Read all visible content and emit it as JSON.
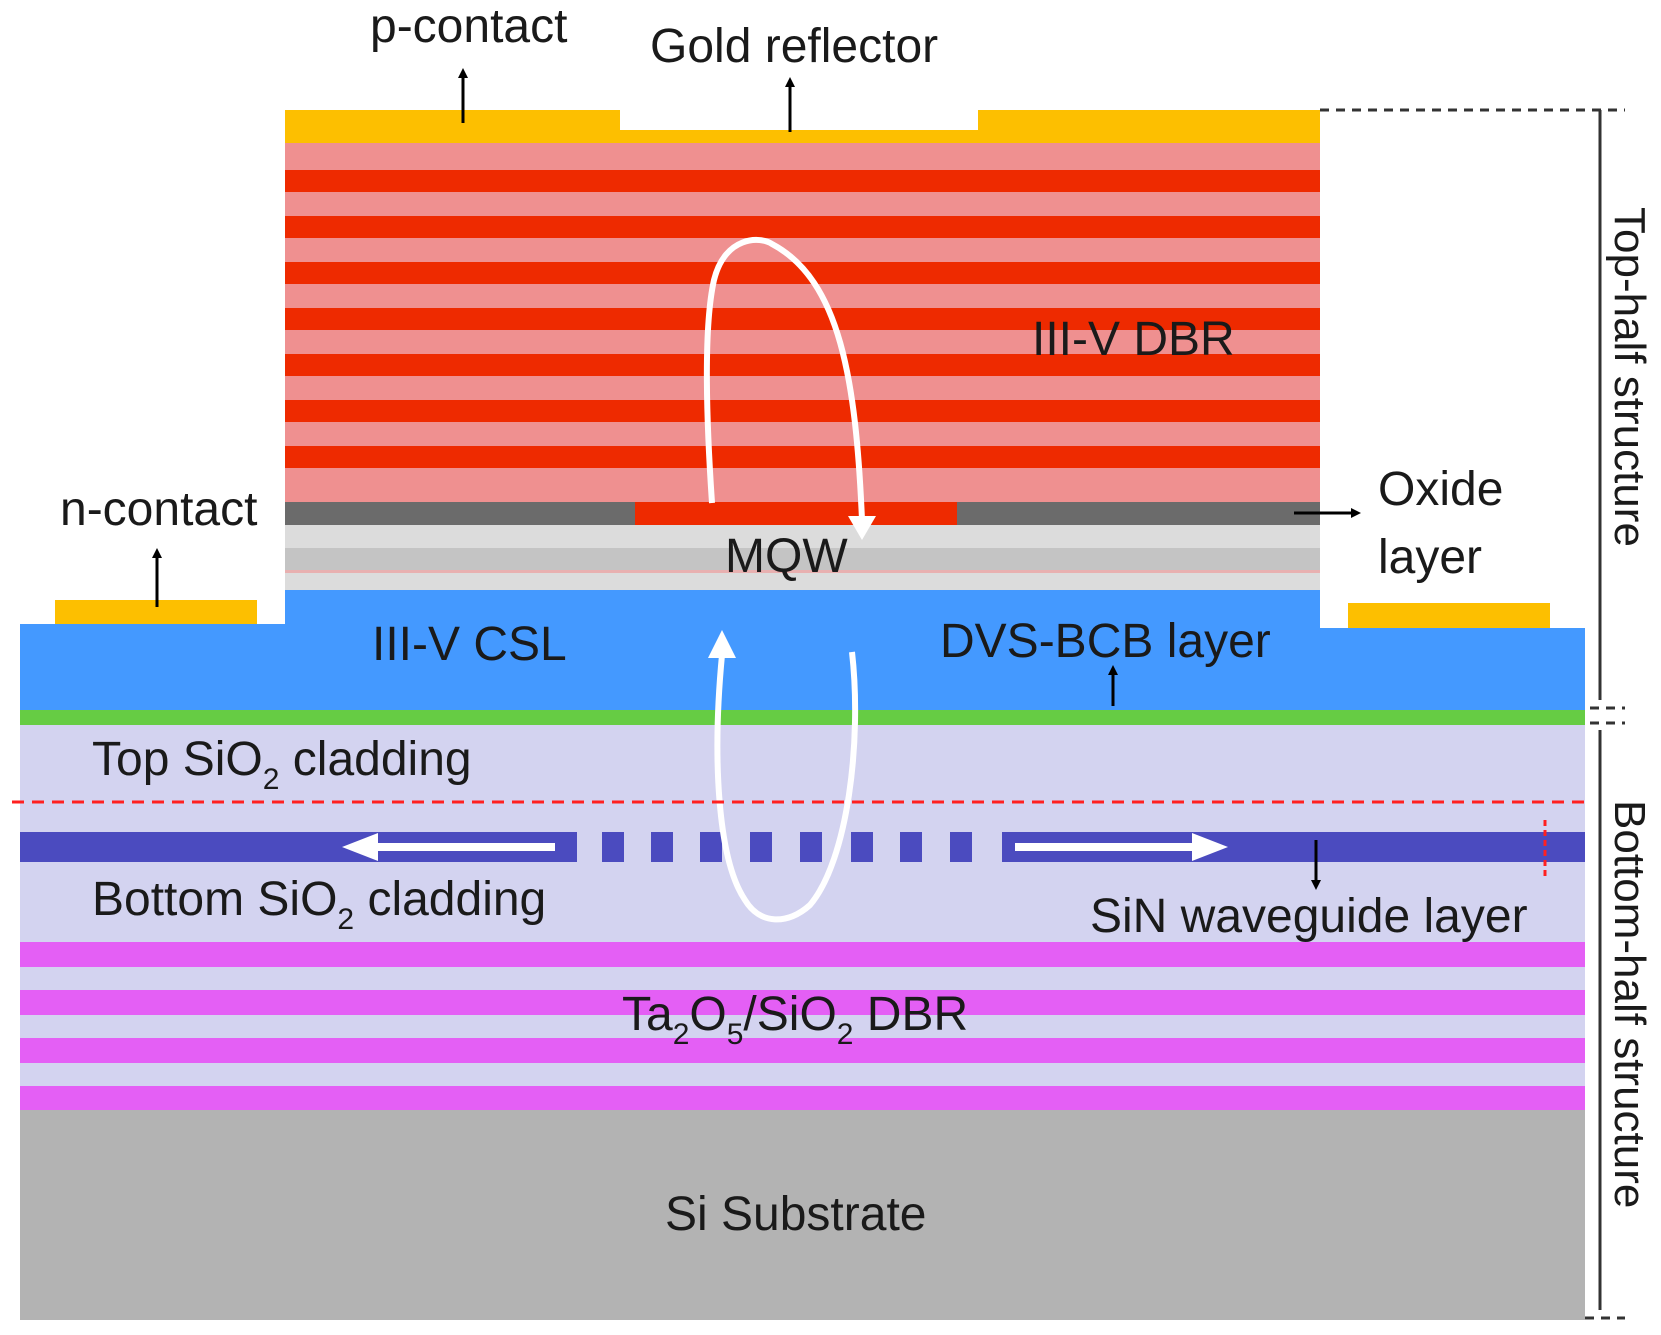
{
  "labels": {
    "p_contact": "p-contact",
    "gold_reflector": "Gold reflector",
    "n_contact": "n-contact",
    "iii_v_dbr": "III-V DBR",
    "oxide_layer_line1": "Oxide",
    "oxide_layer_line2": "layer",
    "mqw": "MQW",
    "iii_v_csl": "III-V CSL",
    "dvs_bcb_layer": "DVS-BCB layer",
    "top_cladding_pre": "Top SiO",
    "top_cladding_sub": "2",
    "top_cladding_post": " cladding",
    "bottom_cladding_pre": "Bottom SiO",
    "bottom_cladding_sub": "2",
    "bottom_cladding_post": " cladding",
    "sin_waveguide_layer": "SiN waveguide layer",
    "dbr_ta": "Ta",
    "dbr_sub1": "2",
    "dbr_o": "O",
    "dbr_sub2": "5",
    "dbr_sio": "/SiO",
    "dbr_sub3": "2",
    "dbr_suffix": " DBR",
    "si_substrate": "Si Substrate",
    "top_half_structure": "Top-half structure",
    "bottom_half_structure": "Bottom-half structure"
  },
  "colors": {
    "gold": "#FDBF00",
    "dbr_dark": "#EE2A00",
    "dbr_light": "#EF9090",
    "oxide": "#6B6B6B",
    "mqw_light": "#DCDCDC",
    "mqw_mid": "#C4C4C4",
    "csl_blue": "#4499FF",
    "bcb_green": "#66CC44",
    "cladding": "#D3D3F0",
    "sin": "#4B4BBF",
    "ta2o5": "#E45FF5",
    "substrate": "#B3B3B3",
    "cavity_arrow": "#FFFFFF",
    "dashed_red": "#FF2020"
  }
}
